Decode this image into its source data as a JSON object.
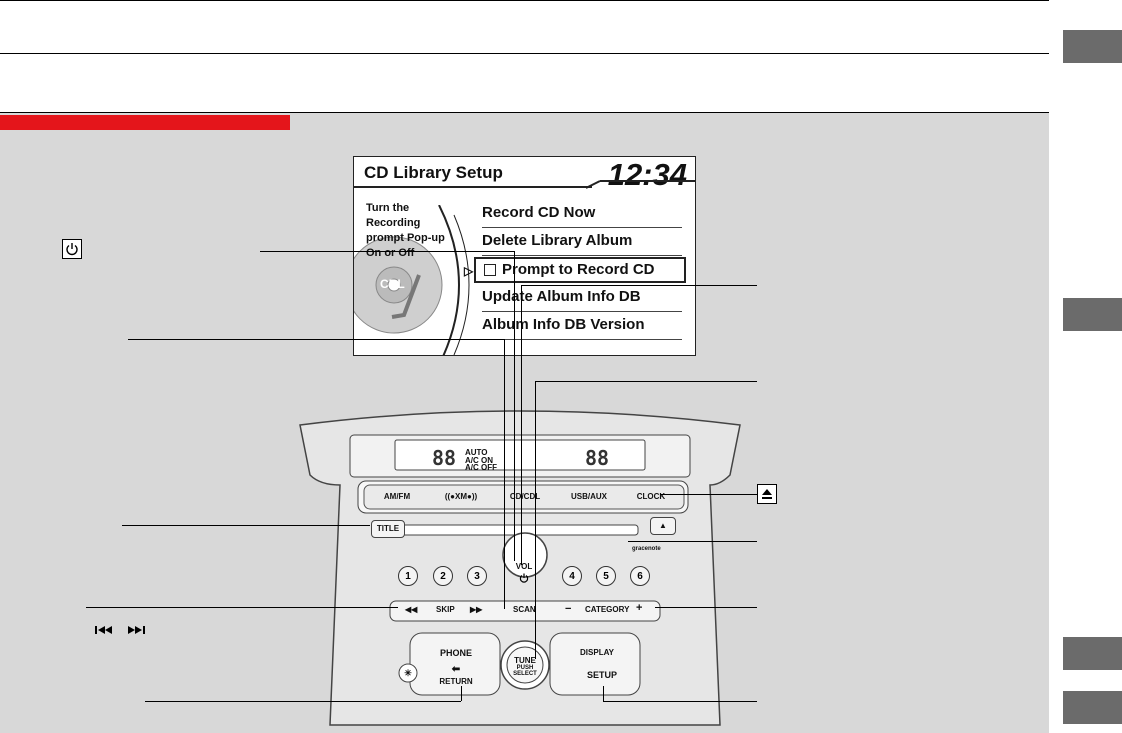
{
  "screen": {
    "title": "CD Library Setup",
    "clock": "12:34",
    "hint": "Turn the Recording prompt Pop-up On or Off",
    "menu": [
      "Record CD Now",
      "Delete Library Album",
      "Prompt to Record CD",
      "Update Album Info DB",
      "Album Info DB Version"
    ],
    "disc_label": "CDL"
  },
  "unit": {
    "top_buttons": [
      "AM/FM",
      "((●XM●))",
      "CD/CDL",
      "USB/AUX",
      "CLOCK"
    ],
    "title_btn": "TITLE",
    "vol_label": "VOL",
    "presets": [
      "1",
      "2",
      "3",
      "4",
      "5",
      "6"
    ],
    "skip_label": "SKIP",
    "scan_label": "SCAN",
    "category_label": "CATEGORY",
    "phone_label": "PHONE",
    "return_label": "RETURN",
    "tune_label": "TUNE",
    "push_select": "PUSH SELECT",
    "display_label": "DISPLAY",
    "setup_label": "SETUP",
    "disp_auto": "AUTO",
    "disp_acon": "A/C ON",
    "disp_acoff": "A/C OFF",
    "gracenote": "gracenote"
  },
  "colors": {
    "accent_red": "#e4151b",
    "panel_gray": "#d8d8d8",
    "side_tab": "#6b6b6b"
  },
  "icons": {
    "power": "power-icon",
    "eject": "eject-icon",
    "skip": "skip-prev-next-icons"
  }
}
